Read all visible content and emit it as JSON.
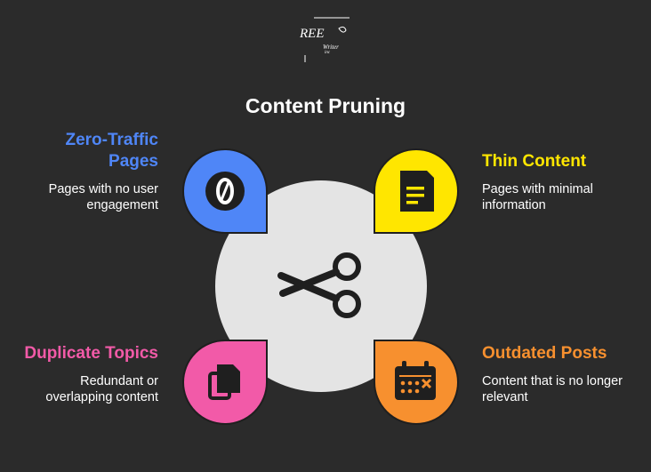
{
  "logo": {
    "brand_text": "REE",
    "sub_text_1": "Writer",
    "sub_text_2": "inc"
  },
  "title": "Content Pruning",
  "center_icon": "scissors-icon",
  "colors": {
    "background": "#2b2b2b",
    "center_circle": "#e4e4e4",
    "blue": "#4f86f7",
    "yellow": "#ffe600",
    "pink": "#f25aa8",
    "orange": "#f7902f"
  },
  "items": [
    {
      "id": "zero-traffic",
      "heading": "Zero-Traffic Pages",
      "heading_line1": "Zero-Traffic",
      "heading_line2": "Pages",
      "description_line1": "Pages with no user",
      "description_line2": "engagement",
      "icon": "zero-icon",
      "color": "#4f86f7"
    },
    {
      "id": "thin-content",
      "heading": "Thin Content",
      "description_line1": "Pages with minimal",
      "description_line2": "information",
      "icon": "document-icon",
      "color": "#ffe600"
    },
    {
      "id": "duplicate-topics",
      "heading": "Duplicate Topics",
      "description_line1": "Redundant or",
      "description_line2": "overlapping content",
      "icon": "copy-icon",
      "color": "#f25aa8"
    },
    {
      "id": "outdated-posts",
      "heading": "Outdated Posts",
      "description_line1": "Content that is no longer",
      "description_line2": "relevant",
      "icon": "calendar-icon",
      "color": "#f7902f"
    }
  ]
}
